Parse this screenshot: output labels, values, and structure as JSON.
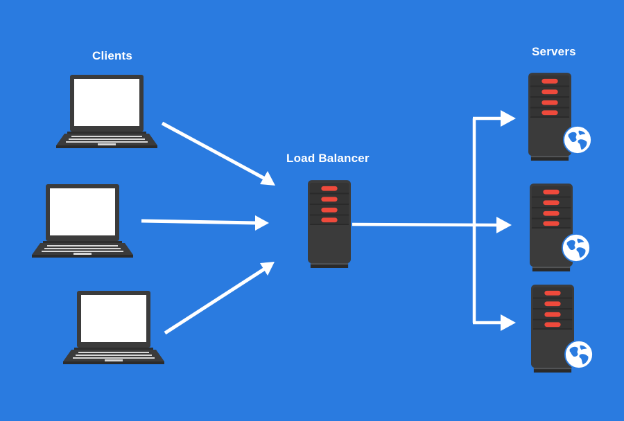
{
  "labels": {
    "clients": "Clients",
    "load_balancer": "Load Balancer",
    "servers": "Servers"
  },
  "colors": {
    "background": "#2a7be0",
    "arrow": "#ffffff",
    "device_body": "#3b3b3b",
    "device_dark": "#2a2a2a",
    "screen": "#ffffff",
    "server_light": "#ef4a3c",
    "globe_land": "#2a7be0",
    "globe_sea": "#ffffff"
  },
  "icons": {
    "client": "laptop-icon",
    "load_balancer": "server-tower-icon",
    "server": "server-tower-icon",
    "server_badge": "globe-icon"
  }
}
